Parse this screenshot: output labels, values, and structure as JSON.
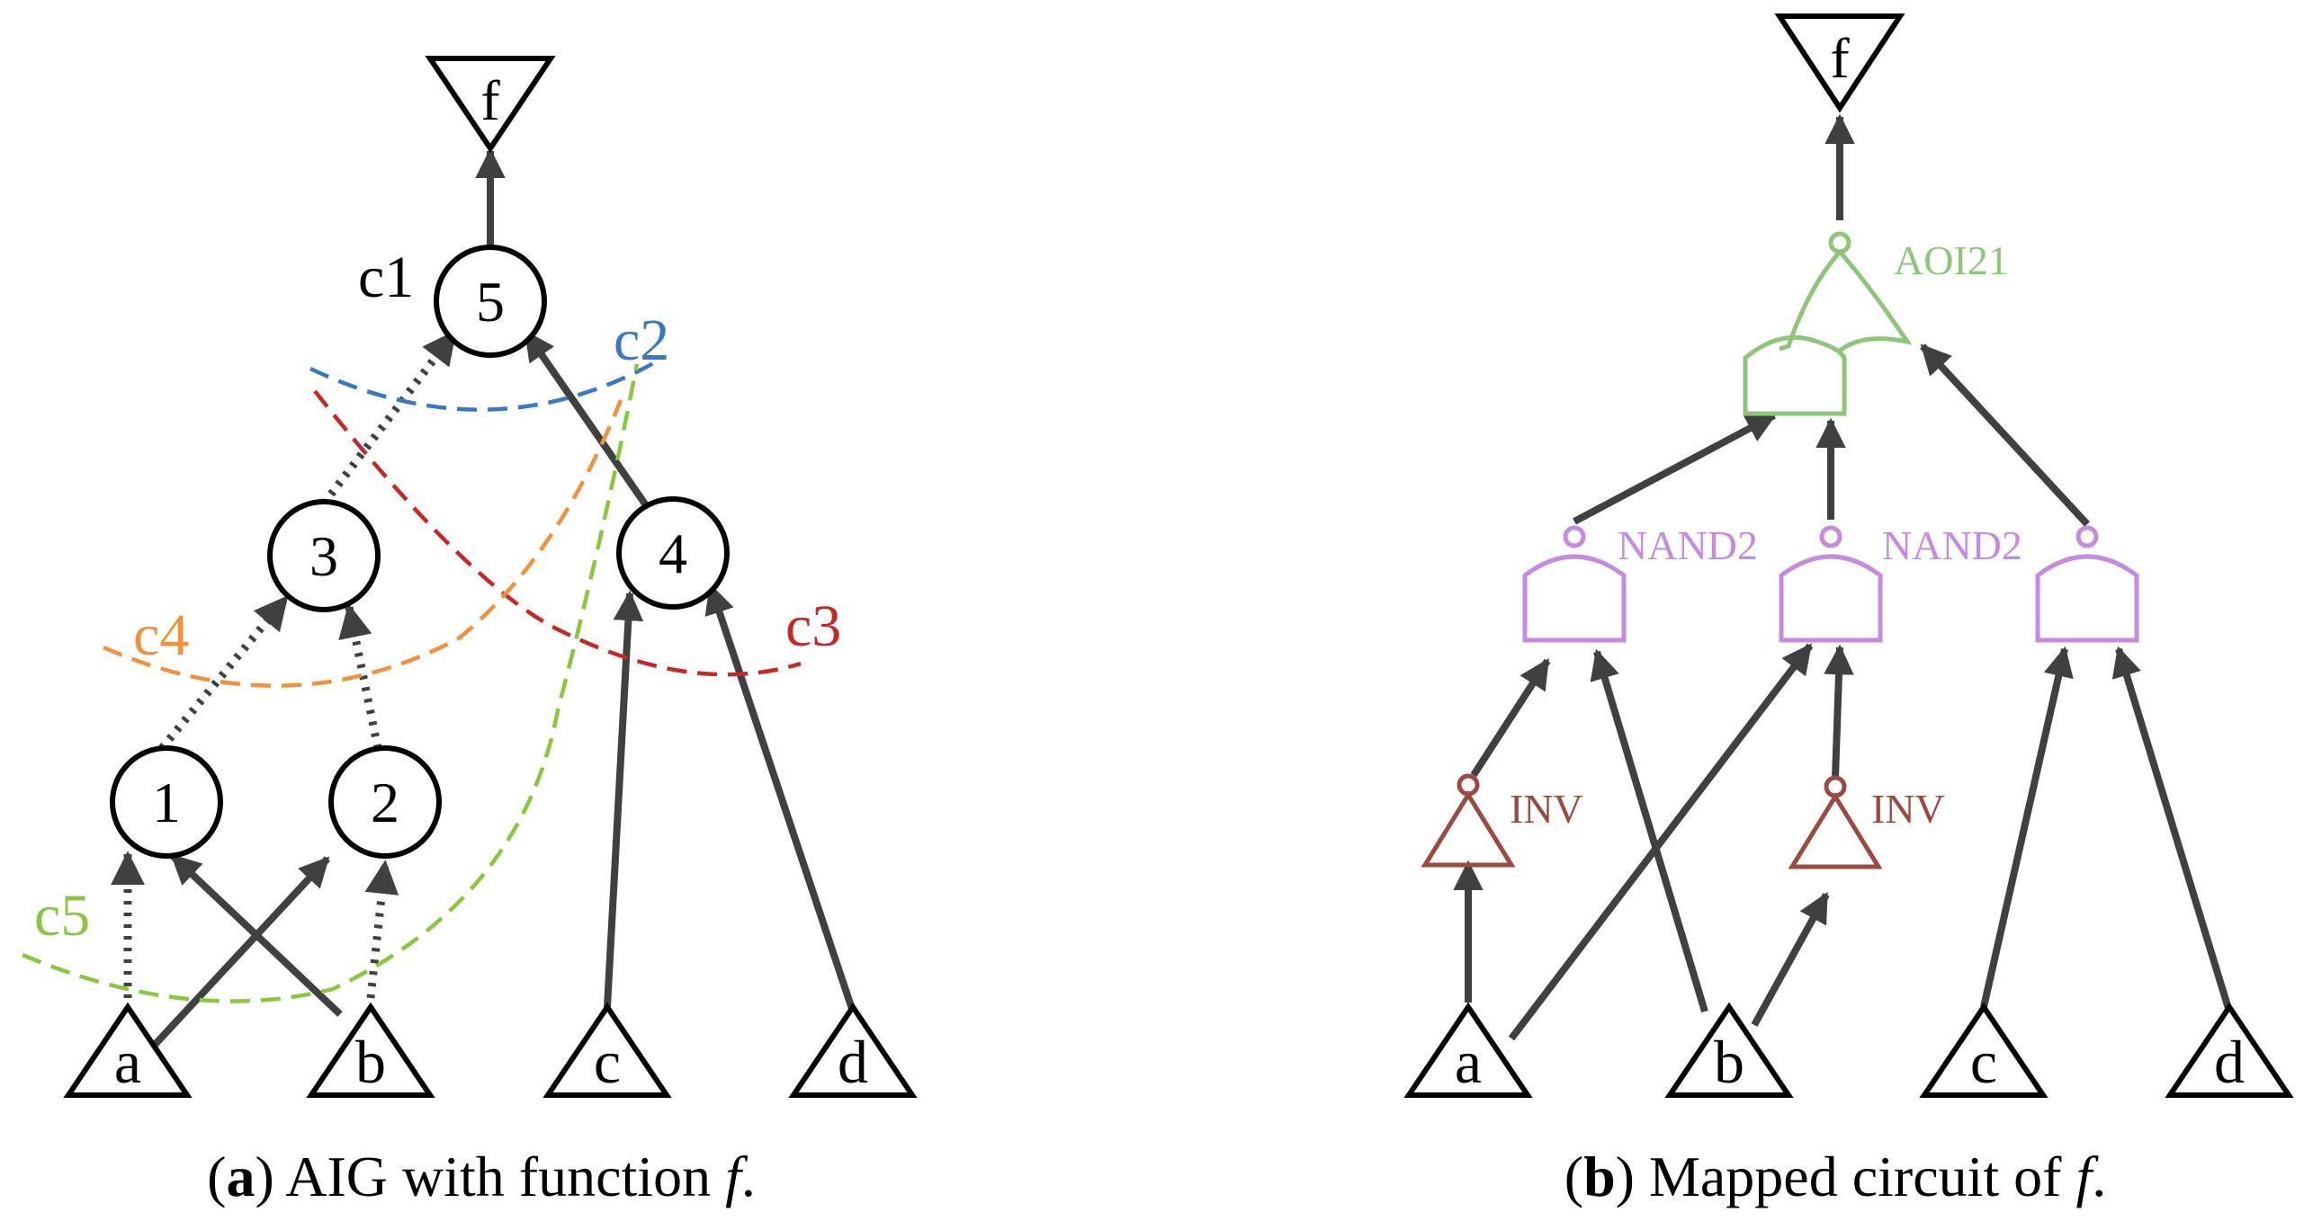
{
  "panel_a": {
    "output": "f",
    "inputs": [
      "a",
      "b",
      "c",
      "d"
    ],
    "nodes": [
      "1",
      "2",
      "3",
      "4",
      "5"
    ],
    "cuts": [
      {
        "label": "c1",
        "color": "#000000"
      },
      {
        "label": "c2",
        "color": "#3a78c2"
      },
      {
        "label": "c3",
        "color": "#c62828"
      },
      {
        "label": "c4",
        "color": "#f2913d"
      },
      {
        "label": "c5",
        "color": "#8cc63f"
      }
    ],
    "caption": {
      "tag": "a",
      "open": "(",
      "close": ")",
      "text": " AIG with function ",
      "fn": "f",
      "end": "."
    }
  },
  "panel_b": {
    "output": "f",
    "inputs": [
      "a",
      "b",
      "c",
      "d"
    ],
    "gates": [
      {
        "label": "AOI21",
        "color": "#8fc47a"
      },
      {
        "label": "NAND2",
        "color": "#c48be0"
      },
      {
        "label": "NAND2",
        "color": "#c48be0"
      },
      {
        "label": "INV",
        "color": "#9a4a40"
      },
      {
        "label": "INV",
        "color": "#9a4a40"
      }
    ],
    "caption": {
      "tag": "b",
      "open": "(",
      "close": ")",
      "text": " Mapped circuit of ",
      "fn": "f",
      "end": "."
    }
  },
  "colors": {
    "edge": "#404040",
    "stroke": "#000000"
  }
}
